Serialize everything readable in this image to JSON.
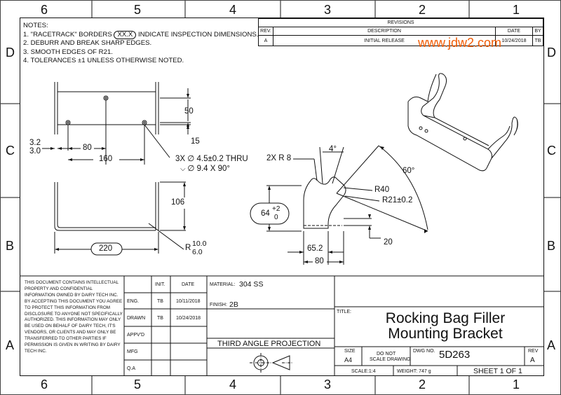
{
  "zones": {
    "top": [
      "6",
      "5",
      "4",
      "3",
      "2",
      "1"
    ],
    "bottom": [
      "6",
      "5",
      "4",
      "3",
      "2",
      "1"
    ],
    "left": [
      "D",
      "C",
      "B",
      "A"
    ],
    "right": [
      "D",
      "C",
      "B",
      "A"
    ]
  },
  "notes": {
    "heading": "NOTES:",
    "n1_pre": "1. \"RACETRACK\" BORDERS",
    "n1_box": "XX.X",
    "n1_post": "INDICATE INSPECTION DIMENSIONS.",
    "n2": "2. DEBURR AND BREAK SHARP EDGES.",
    "n3": "3. SMOOTH EDGES OF R21.",
    "n4": "4. TOLERANCES ±1 UNLESS OTHERWISE NOTED."
  },
  "revisions": {
    "title": "REVISIONS",
    "headers": [
      "REV.",
      "DESCRIPTION",
      "DATE",
      "BY"
    ],
    "rows": [
      [
        "A",
        "INITIAL RELEASE",
        "10/24/2018",
        "TB"
      ]
    ]
  },
  "watermark": "www.jdw2.com",
  "top_view": {
    "d50": "50",
    "d15": "15",
    "d32": "3.2",
    "d30": "3.0",
    "d80": "80",
    "d160": "160",
    "hole1": "3X ∅ 4.5±0.2 THRU",
    "hole2": "∅ 9.4 X 90°"
  },
  "front_view": {
    "d106": "106",
    "d220": "220",
    "r_pre": "R",
    "r_top": "10.0",
    "r_bot": "6.0"
  },
  "side_view": {
    "r8": "2X R 8",
    "a4": "4°",
    "a60": "60°",
    "r40": "R40",
    "r21": "R21±0.2",
    "d64": "64",
    "d64_tol_top": "+2",
    "d64_tol_bot": "0",
    "d20": "20",
    "d652": "65.2",
    "d80": "80"
  },
  "title_block": {
    "disclaimer": "THIS DOCUMENT CONTAINS INTELLECTUAL PROPERTY AND CONFIDENTIAL INFORMATION OWNED BY DAIRY TECH INC. BY ACCEPTING THIS DOCUMENT YOU AGREE TO PROTECT THIS INFORMATION FROM DISCLOSURE TO ANYONE NOT SPECIFICALLY AUTHORIZED. THIS INFORMATION MAY ONLY BE USED ON BEHALF OF DAIRY TECH, IT'S VENDORS, OR CLIENTS AND MAY ONLY BE TRANSFERRED TO OTHER PARTIES IF PERMISSION IS GIVEN IN WRITING BY DAIRY TECH INC.",
    "init_header": "INIT.",
    "date_header": "DATE",
    "rows": [
      {
        "label": "ENG.",
        "init": "TB",
        "date": "10/11/2018"
      },
      {
        "label": "DRAWN",
        "init": "TB",
        "date": "10/24/2018"
      },
      {
        "label": "APPV'D",
        "init": "",
        "date": ""
      },
      {
        "label": "MFG",
        "init": "",
        "date": ""
      },
      {
        "label": "Q.A",
        "init": "",
        "date": ""
      }
    ],
    "material_label": "MATERIAL:",
    "material": "304 SS",
    "finish_label": "FINISH:",
    "finish": "2B",
    "projection": "THIRD ANGLE PROJECTION",
    "title_label": "TITLE:",
    "title1": "Rocking Bag Filler",
    "title2": "Mounting Bracket",
    "size_label": "SIZE",
    "size": "A4",
    "noscale1": "DO NOT",
    "noscale2": "SCALE DRAWING",
    "dwg_label": "DWG NO.",
    "dwg": "5D263",
    "rev_label": "REV",
    "rev": "A",
    "scale": "SCALE:1:4",
    "weight": "WEIGHT: 747 g",
    "sheet": "SHEET 1 OF 1"
  }
}
